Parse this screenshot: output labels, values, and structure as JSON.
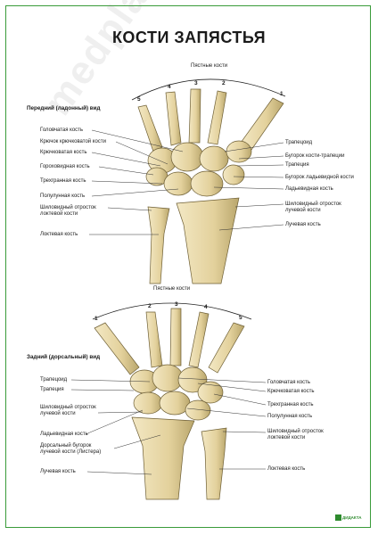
{
  "title": "КОСТИ ЗАПЯСТЬЯ",
  "watermark": "medplakat.ru",
  "logo": "ДИДАКТА",
  "top": {
    "group_label": "Пястные кости",
    "view_label": "Передний (ладонный) вид",
    "numbers": [
      "5",
      "4",
      "3",
      "2",
      "1"
    ],
    "left_labels": [
      "Головчатая кость",
      "Крючок крючковатой кости",
      "Крючковатая кость",
      "Гороховидная кость",
      "Трехгранная кость",
      "Полулунная кость",
      "Шиловидный отросток",
      "локтевой кости",
      "Локтевая кость"
    ],
    "right_labels": [
      "Трапецоид",
      "Бугорок кости-трапеции",
      "Трапеция",
      "Бугорок ладьевидной кости",
      "Ладьевидная кость",
      "Шиловидный отросток",
      "лучевой кости",
      "Лучевая кость"
    ]
  },
  "bottom": {
    "group_label": "Пястные кости",
    "view_label": "Задний (дорсальный) вид",
    "numbers": [
      "1",
      "2",
      "3",
      "4",
      "5"
    ],
    "left_labels": [
      "Трапецоид",
      "Трапеция",
      "Шиловидный отросток",
      "лучевой кости",
      "Ладьевидная кость",
      "Дорсальный бугорок",
      "лучевой кости (Листера)",
      "Лучевая кость"
    ],
    "right_labels": [
      "Головчатая кость",
      "Крючковатая кость",
      "Трехгранная кость",
      "Полулунная кость",
      "Шиловидный отросток",
      "локтевой кости",
      "Локтевая кость"
    ]
  },
  "colors": {
    "border": "#3a9b3a",
    "bone": "#e8d9a8",
    "bone_shade": "#b9a66c",
    "bone_outline": "#6e5f35"
  }
}
